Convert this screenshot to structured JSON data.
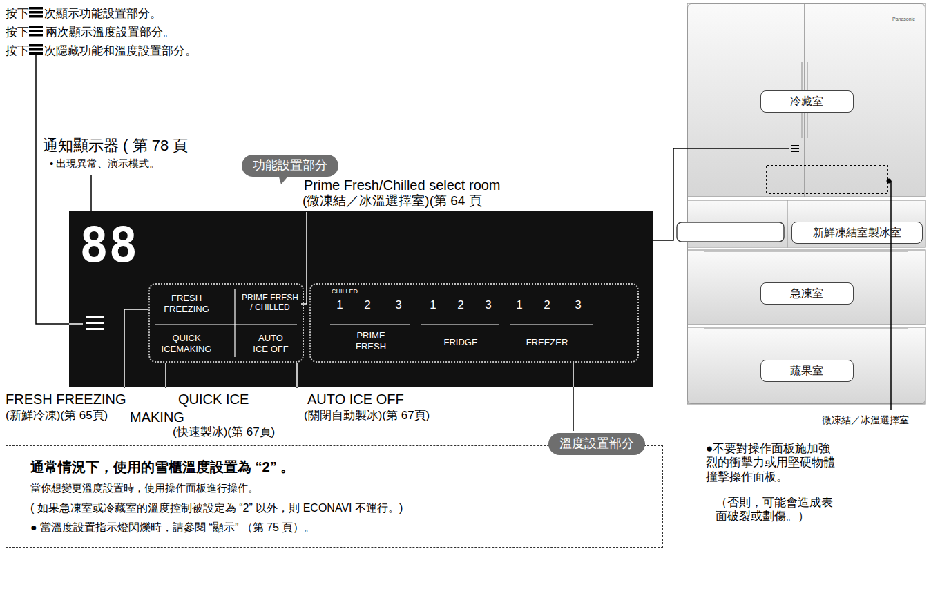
{
  "diagram": {
    "nodes": [
      {
        "text": [
          "功能設置部分"
        ]
      },
      {
        "text": [
          "88"
        ]
      },
      {
        "text": [
          "FRESH FREEZING",
          "PRIME FRESH / CHILLED",
          "QUICK ICEMAKING",
          "AUTO ICE OFF"
        ],
        "in": 1
      },
      {
        "text": [
          "CHILLED",
          "1",
          "2",
          "3",
          "1",
          "2",
          "3",
          "1",
          "2",
          "3",
          "PRIME FRESH",
          "FRIDGE",
          "FREEZER"
        ],
        "in": 1
      },
      {
        "text": [
          "溫度設置部分"
        ]
      },
      {
        "text": [
          "通常情況下，使用的雪櫃溫度設置為 “2” 。",
          "當你想變更溫度設置時，使用操作面板進行操作。",
          "( 如果急凍室或冷藏室的溫度控制被設定為 “2” 以外，則 ECONAVI 不運行。)",
          "● 當溫度設置指示燈閃爍時，請參閱 “顯示” （第 75 頁）。"
        ]
      },
      {
        "text": [
          "Panasonic"
        ]
      },
      {
        "text": [
          "冷藏室"
        ],
        "in": 6
      },
      {
        "text": [
          "新鮮凍結室製冰室"
        ],
        "in": 6
      },
      {
        "text": [
          "急凍室"
        ],
        "in": 6
      },
      {
        "text": [
          "蔬果室"
        ],
        "in": 6
      }
    ],
    "edges": [
      {
        "from": 1,
        "to": 6,
        "arrow": "none"
      }
    ],
    "labels": [
      "按下",
      "次顯示功能設置部分。",
      "按下",
      "兩次顯示溫度設置部分。",
      "按下",
      "次隱藏功能和溫度設置部分。",
      "通知顯示器 ( 第 78 頁",
      "• 出現異常、演示模式。",
      "Prime Fresh/Chilled select room",
      "(微凍結／冰溫選擇室)(第 64 頁",
      "FRESH FREEZING",
      "(新鮮冷凍)(第 65頁)",
      "QUICK ICE",
      "MAKING",
      "(快速製冰)(第 67頁)",
      "AUTO ICE OFF",
      "(關閉自動製冰)(第 67頁)",
      "微凍結／冰溫選擇室",
      "●不要對操作面板施加強烈的衝擊力或用堅硬物體撞擊操作面板。",
      "（否則，可能會造成表面破裂或劃傷。）"
    ]
  }
}
